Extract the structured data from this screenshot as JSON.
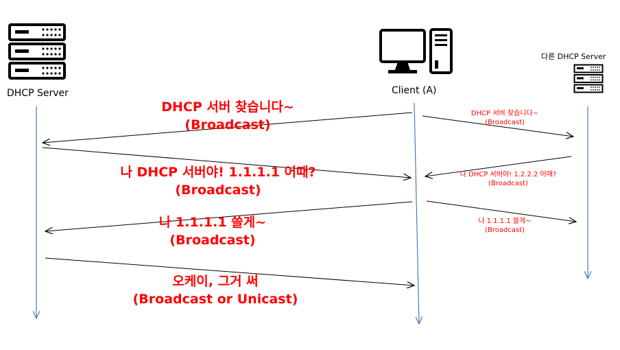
{
  "actors": {
    "dhcp_server": "DHCP Server",
    "client": "Client (A)",
    "other_server": "다른 DHCP Server"
  },
  "messages_main": [
    {
      "line1": "DHCP 서버 찾습니다~",
      "line2": "(Broadcast)"
    },
    {
      "line1": "나 DHCP 서버야! 1.1.1.1 어때?",
      "line2": "(Broadcast)"
    },
    {
      "line1": "나 1.1.1.1 쓸게~",
      "line2": "(Broadcast)"
    },
    {
      "line1": "오케이, 그거 써",
      "line2": "(Broadcast or Unicast)"
    }
  ],
  "messages_other": [
    {
      "line1": "DHCP 서버 찾습니다~",
      "line2": "(Broadcast)"
    },
    {
      "line1": "나 DHCP 서버야! 1.2.2.2 어때?",
      "line2": "(Broadcast)"
    },
    {
      "line1": "나 1.1.1.1 쓸게~",
      "line2": "(Broadcast)"
    }
  ],
  "colors": {
    "message_text": "#ff0000",
    "arrow": "#000000",
    "lifeline": "#4a7ab8"
  }
}
